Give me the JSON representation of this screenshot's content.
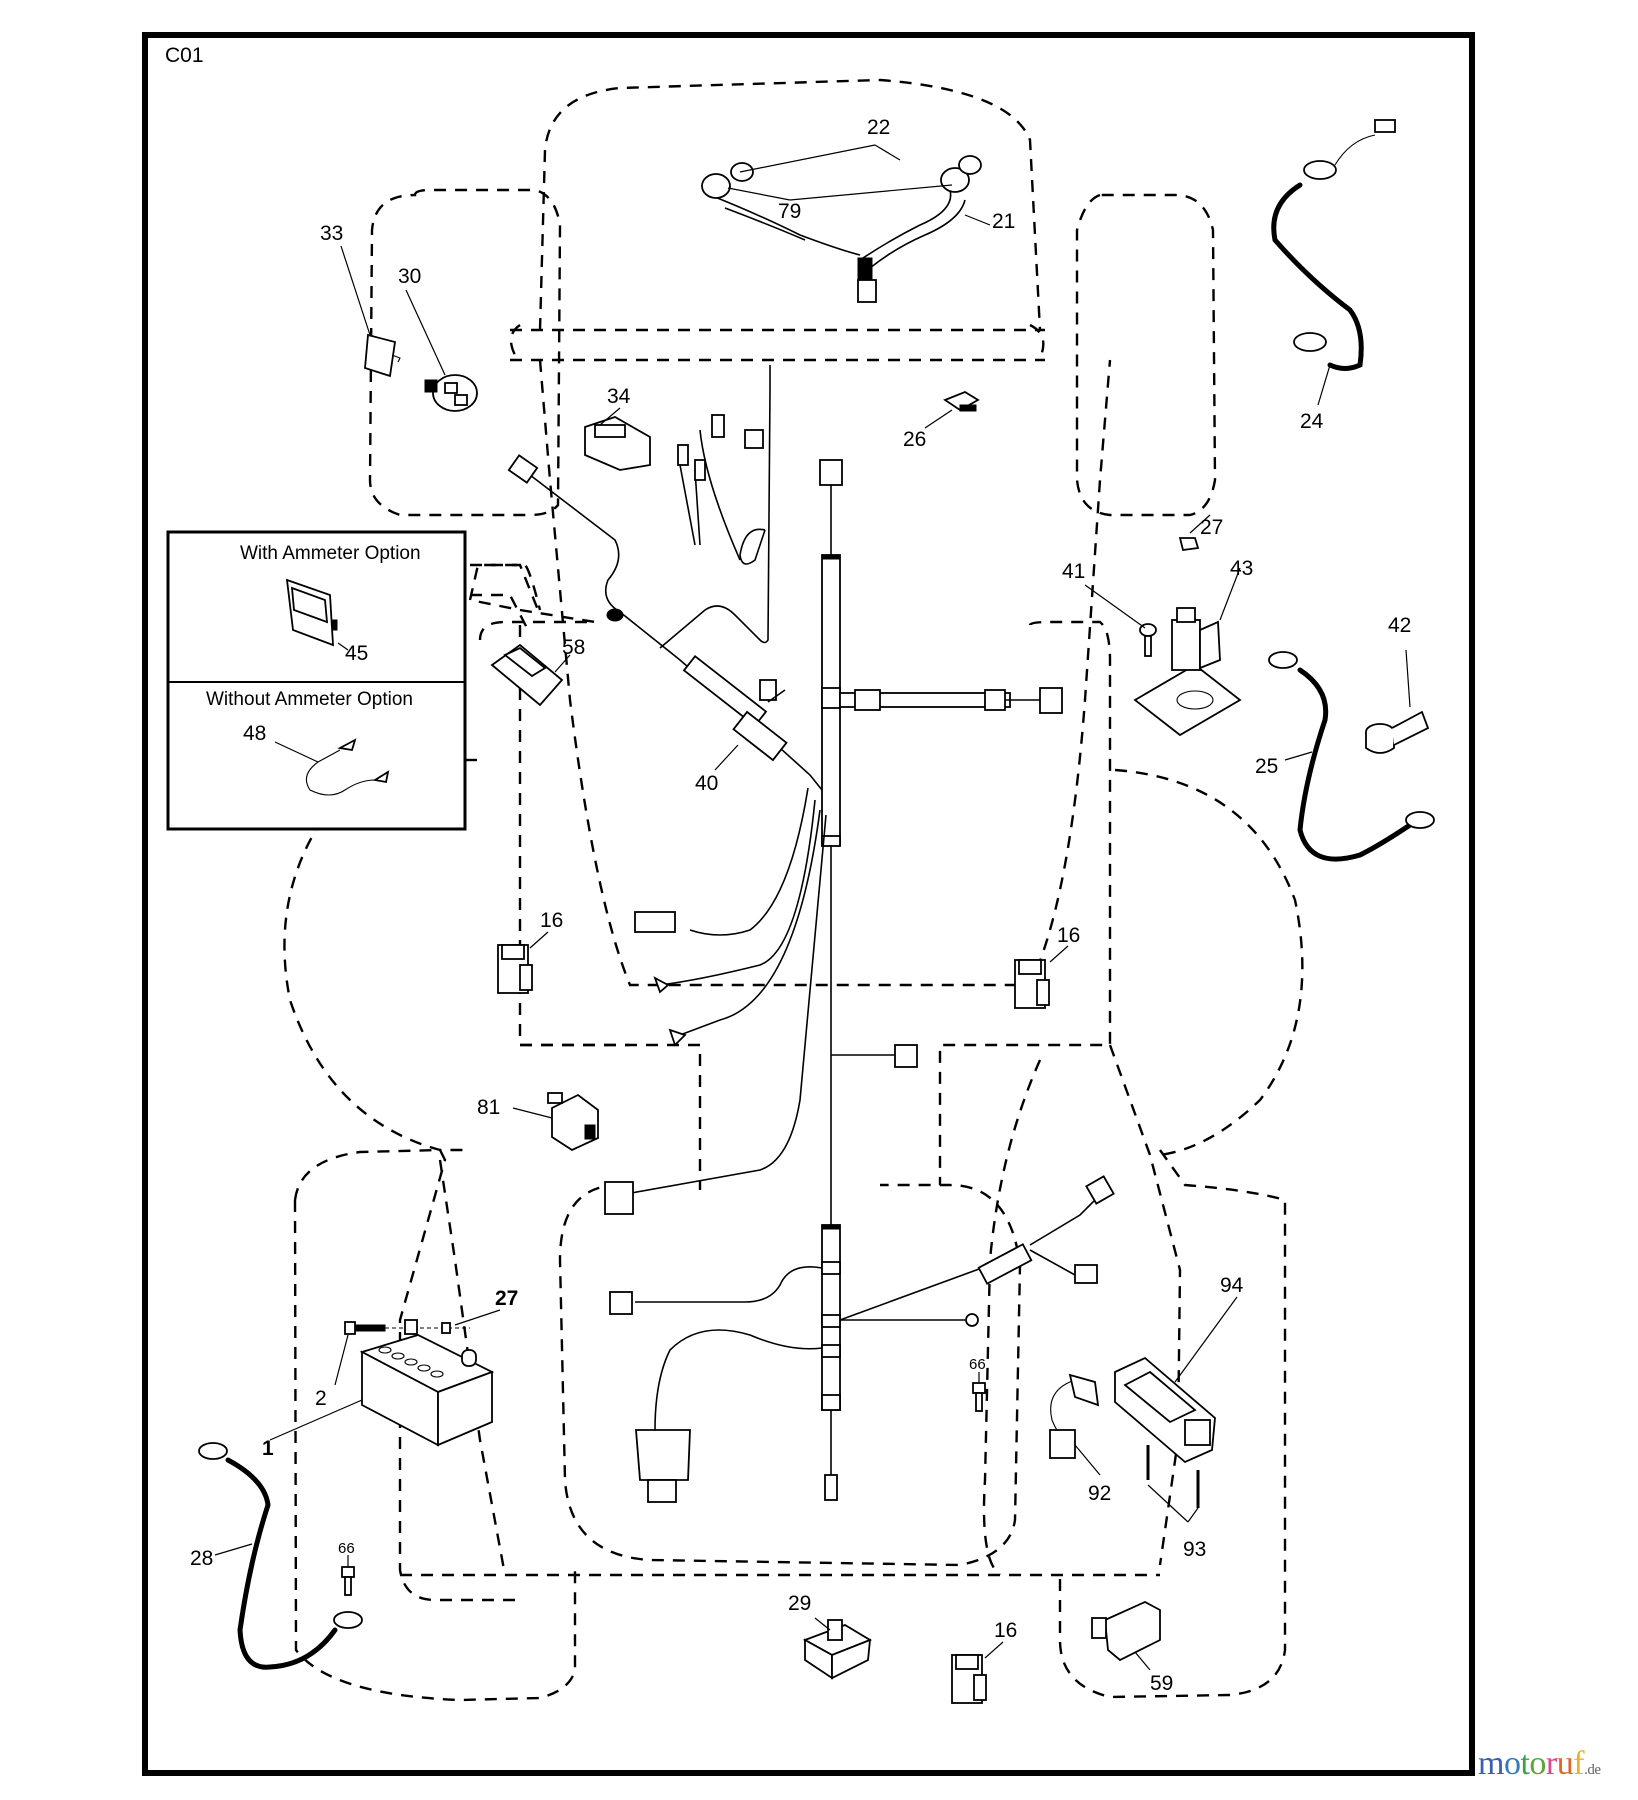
{
  "diagram": {
    "sheet_id": "C01",
    "inset": {
      "with_option_title": "With Ammeter Option",
      "without_option_title": "Without Ammeter Option"
    },
    "callouts": {
      "p1": "1",
      "p2": "2",
      "p16a": "16",
      "p16b": "16",
      "p16c": "16",
      "p21": "21",
      "p22": "22",
      "p24": "24",
      "p25": "25",
      "p26": "26",
      "p27a": "27",
      "p27b": "27",
      "p28": "28",
      "p29": "29",
      "p30": "30",
      "p33": "33",
      "p34": "34",
      "p40": "40",
      "p41": "41",
      "p42": "42",
      "p43": "43",
      "p45": "45",
      "p48": "48",
      "p58": "58",
      "p59": "59",
      "p66a": "66",
      "p66b": "66",
      "p79": "79",
      "p81": "81",
      "p92": "92",
      "p93": "93",
      "p94": "94"
    }
  },
  "watermark": {
    "letters": [
      {
        "ch": "m",
        "color": "#3a5fae"
      },
      {
        "ch": "o",
        "color": "#3a7ab8"
      },
      {
        "ch": "t",
        "color": "#3aa14a"
      },
      {
        "ch": "o",
        "color": "#5aa83a"
      },
      {
        "ch": "r",
        "color": "#d9478f"
      },
      {
        "ch": "u",
        "color": "#e0662a"
      },
      {
        "ch": "f",
        "color": "#e8b520"
      }
    ],
    "suffix": ".de"
  }
}
